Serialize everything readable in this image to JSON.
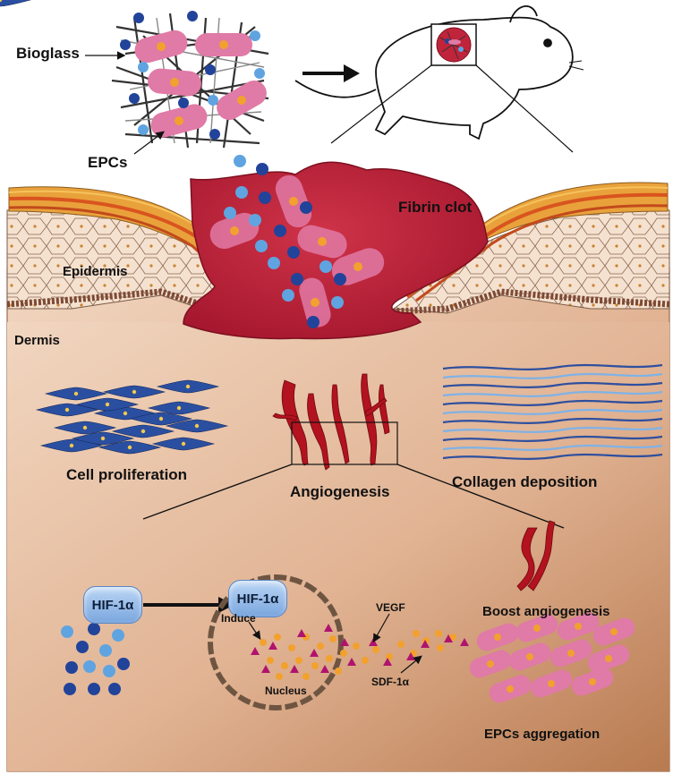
{
  "labels": {
    "bioglass": "Bioglass",
    "epcs": "EPCs",
    "fibrin_clot": "Fibrin clot",
    "epidermis": "Epidermis",
    "dermis": "Dermis",
    "cell_proliferation": "Cell proliferation",
    "angiogenesis": "Angiogenesis",
    "collagen_deposition": "Collagen deposition",
    "hif_outside": "HIF-1α",
    "hif_inside": "HIF-1α",
    "induce": "Induce",
    "nucleus": "Nucleus",
    "vegf": "VEGF",
    "sdf": "SDF-1α",
    "boost_angiogenesis": "Boost angiogenesis",
    "epcs_aggregation": "EPCs aggregation"
  },
  "colors": {
    "tissue_light": "#ecc9ad",
    "tissue_dark": "#b97a52",
    "clot": "#c0243b",
    "clot_dark": "#8e1326",
    "epc_pink": "#e07aa6",
    "epc_core": "#f2a12e",
    "bead_light": "#5fa4e0",
    "bead_dark": "#22439a",
    "vessel": "#b3121f",
    "fibroblast": "#2b4fa0",
    "collagen": "#4f74c8",
    "vegf_dot": "#f2a12e",
    "sdf_triangle": "#b0136e"
  }
}
